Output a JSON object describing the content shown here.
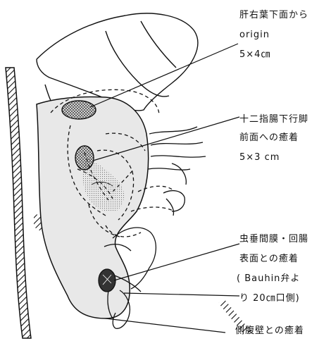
{
  "annotations": {
    "liver": {
      "line1": "肝右葉下面から",
      "line2": "origin",
      "line3": "5×4㎝"
    },
    "duodenum": {
      "line1": "十二指腸下行脚",
      "line2": "前面への癒着",
      "line3": "5×3 cm"
    },
    "appendix": {
      "line1": "虫垂間膜・回腸",
      "line2": "表面との癒着",
      "line3": "( Bauhin弁よ",
      "line4": "り 20㎝口側)"
    },
    "wall": {
      "line1": "側腹壁との癒着"
    }
  }
}
